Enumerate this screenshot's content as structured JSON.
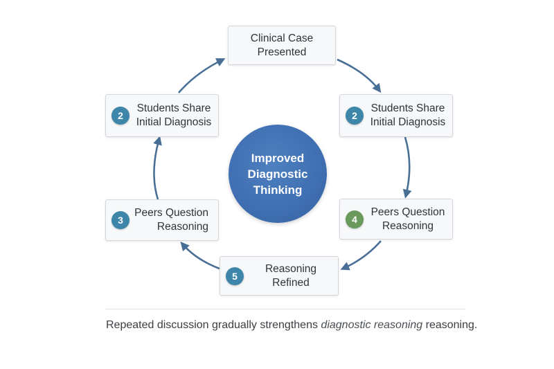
{
  "colors": {
    "arrow": "#4a6f97",
    "badge_blue": "#3e86a9",
    "badge_green": "#6a9a5b",
    "circle": "#3f6fb2"
  },
  "center": {
    "line1": "Improved",
    "line2": "Diagnostic",
    "line3": "Thinking"
  },
  "nodes": [
    {
      "id": "top",
      "badge": "",
      "line1": "Clinical Case",
      "line2": "Presented"
    },
    {
      "id": "right-upper",
      "badge": "2",
      "badge_color": "blue",
      "line1": "Students Share",
      "line2": "Initial Diagnosis"
    },
    {
      "id": "right-lower",
      "badge": "4",
      "badge_color": "green",
      "line1": "Peers Question",
      "line2": "Reasoning"
    },
    {
      "id": "bottom",
      "badge": "5",
      "badge_color": "blue",
      "line1": "Reasoning",
      "line2": "Refined"
    },
    {
      "id": "left-lower",
      "badge": "3",
      "badge_color": "blue",
      "line1": "Peers Question",
      "line2": "Reasoning"
    },
    {
      "id": "left-upper",
      "badge": "2",
      "badge_color": "blue",
      "line1": "Students Share",
      "line2": "Initial Diagnosis"
    }
  ],
  "caption": {
    "before": "Repeated discussion gradually strengthens ",
    "emphasis": "diagnostic reasoning",
    "after": " reasoning."
  }
}
